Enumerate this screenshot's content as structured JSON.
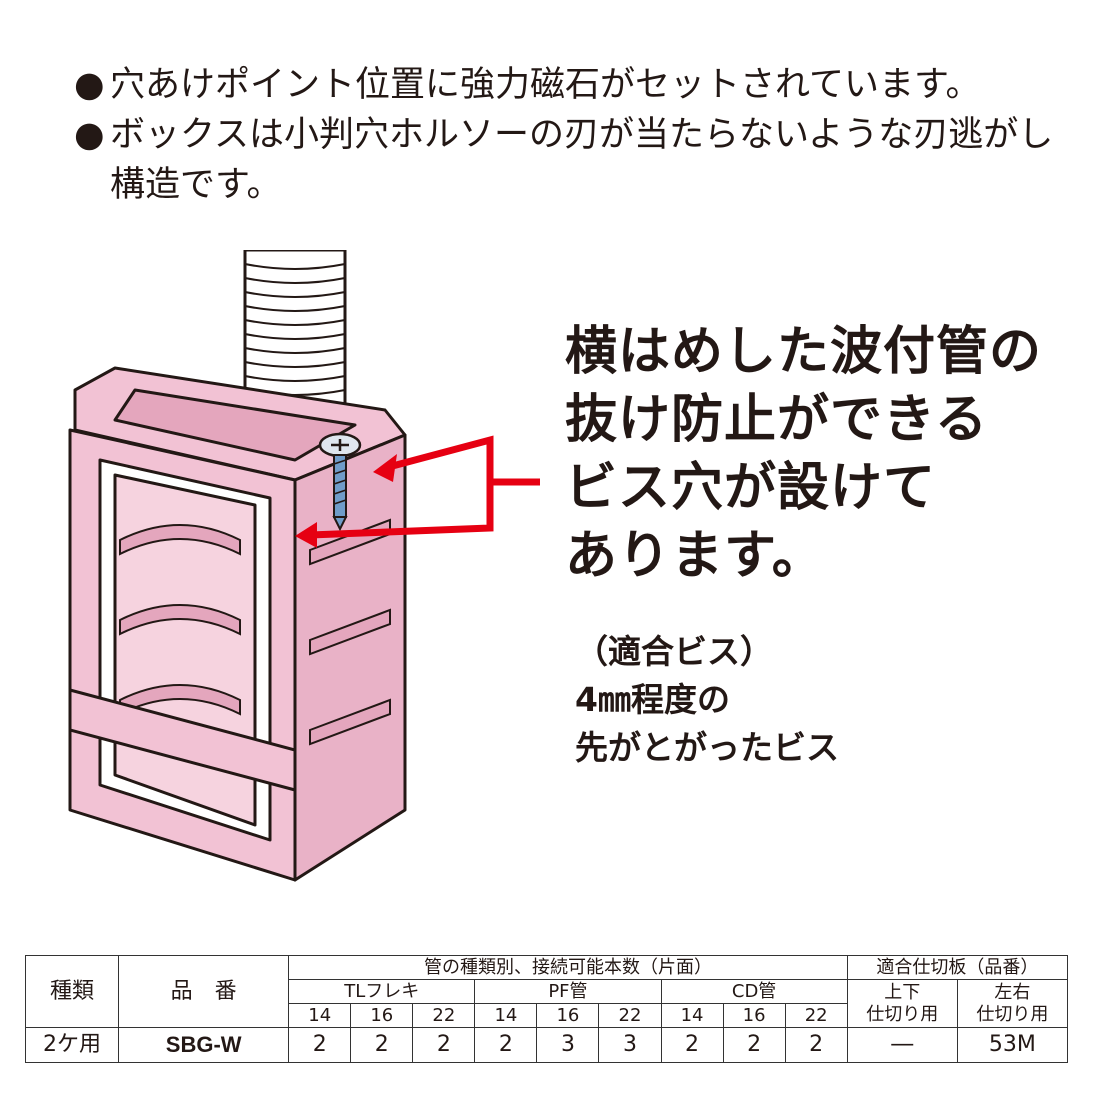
{
  "bullets": [
    {
      "marker": "●",
      "text": "穴あけポイント位置に強力磁石がセットされています。"
    },
    {
      "marker": "●",
      "text": "ボックスは小判穴ホルソーの刃が当たらないような刃逃がし構造です。"
    }
  ],
  "callout": {
    "lines": [
      "横はめした波付管の",
      "抜け防止ができる",
      "ビス穴が設けて",
      "あります。"
    ]
  },
  "screw_note": {
    "lines": [
      "（適合ビス）",
      "4㎜程度の",
      "先がとがったビス"
    ]
  },
  "colors": {
    "box_fill": "#f2c2d4",
    "box_shade": "#e4a6bd",
    "arrow": "#e60012",
    "line": "#231815"
  },
  "table": {
    "col_type": "種類",
    "col_model": "品　番",
    "pipe_header": "管の種類別、接続可能本数（片面）",
    "partition_header": "適合仕切板（品番）",
    "pipe_groups": [
      "TLフレキ",
      "PF管",
      "CD管"
    ],
    "sizes": [
      "14",
      "16",
      "22",
      "14",
      "16",
      "22",
      "14",
      "16",
      "22"
    ],
    "partition_cols": [
      {
        "line1": "上下",
        "line2": "仕切り用"
      },
      {
        "line1": "左右",
        "line2": "仕切り用"
      }
    ],
    "row": {
      "type": "2ケ用",
      "model": "SBG-W",
      "counts": [
        "2",
        "2",
        "2",
        "2",
        "3",
        "3",
        "2",
        "2",
        "2"
      ],
      "partition_updown": "―",
      "partition_leftright": "53M"
    }
  }
}
